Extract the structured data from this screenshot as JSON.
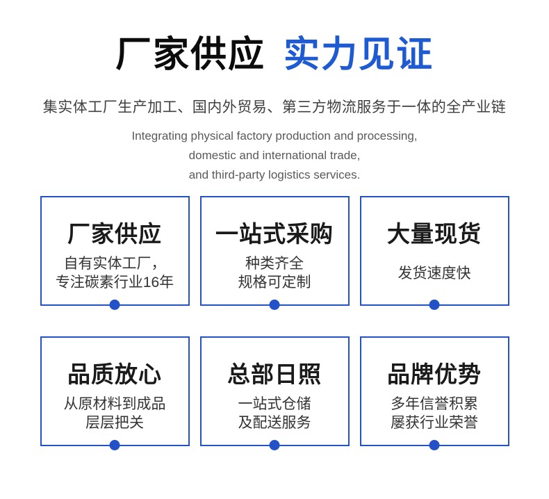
{
  "colors": {
    "accent_blue": "#1e5ad2",
    "border_blue": "#2351c8"
  },
  "header": {
    "title_black": "厂家供应",
    "title_blue": "实力见证",
    "subtitle_cn": "集实体工厂生产加工、国内外贸易、第三方物流服务于一体的全产业链",
    "intro_en_lines": [
      "Integrating physical factory production and processing,",
      "domestic and international trade,",
      "and third-party logistics services."
    ]
  },
  "cards": [
    {
      "title": "厂家供应",
      "lines": [
        "自有实体工厂，",
        "专注碳素行业16年"
      ]
    },
    {
      "title": "一站式采购",
      "lines": [
        "种类齐全",
        "规格可定制"
      ]
    },
    {
      "title": "大量现货",
      "lines": [
        "发货速度快"
      ]
    },
    {
      "title": "品质放心",
      "lines": [
        "从原材料到成品",
        "层层把关"
      ]
    },
    {
      "title": "总部日照",
      "lines": [
        "一站式仓储",
        "及配送服务"
      ]
    },
    {
      "title": "品牌优势",
      "lines": [
        "多年信誉积累",
        "屡获行业荣誉"
      ]
    }
  ]
}
